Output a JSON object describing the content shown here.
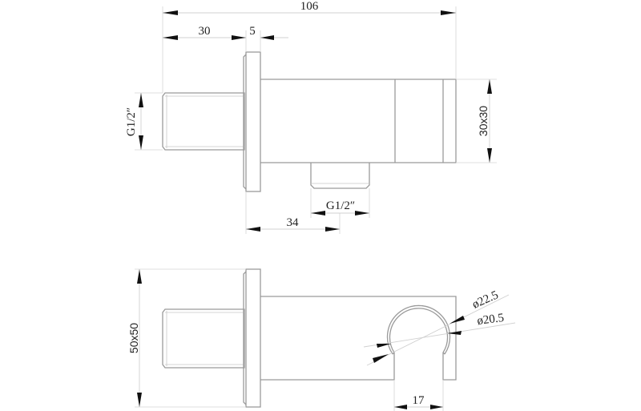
{
  "drawing": {
    "title": "Shower wall outlet elbow with handset holder - technical drawing",
    "colors": {
      "line": "#9a9a9a",
      "dimension": "#d0d0d0",
      "arrow": "#111111",
      "text": "#222222",
      "background": "#ffffff"
    },
    "views": [
      {
        "name": "side-view",
        "description": "Side elevation with wall flange, inlet thread and bottom outlet"
      },
      {
        "name": "top-view",
        "description": "Plan view with flange, inlet thread and handset holder cradle"
      }
    ]
  },
  "dimensions": {
    "overall_length": "106",
    "inlet_length": "30",
    "flange_thickness": "5",
    "inlet_thread": "G1/2″",
    "body_section": "30x30",
    "outlet_thread": "G1/2″",
    "outlet_offset": "34",
    "flange_size": "50x50",
    "holder_outer_diameter": "ø22.5",
    "holder_inner_diameter": "ø20.5",
    "holder_slot_width": "17"
  }
}
